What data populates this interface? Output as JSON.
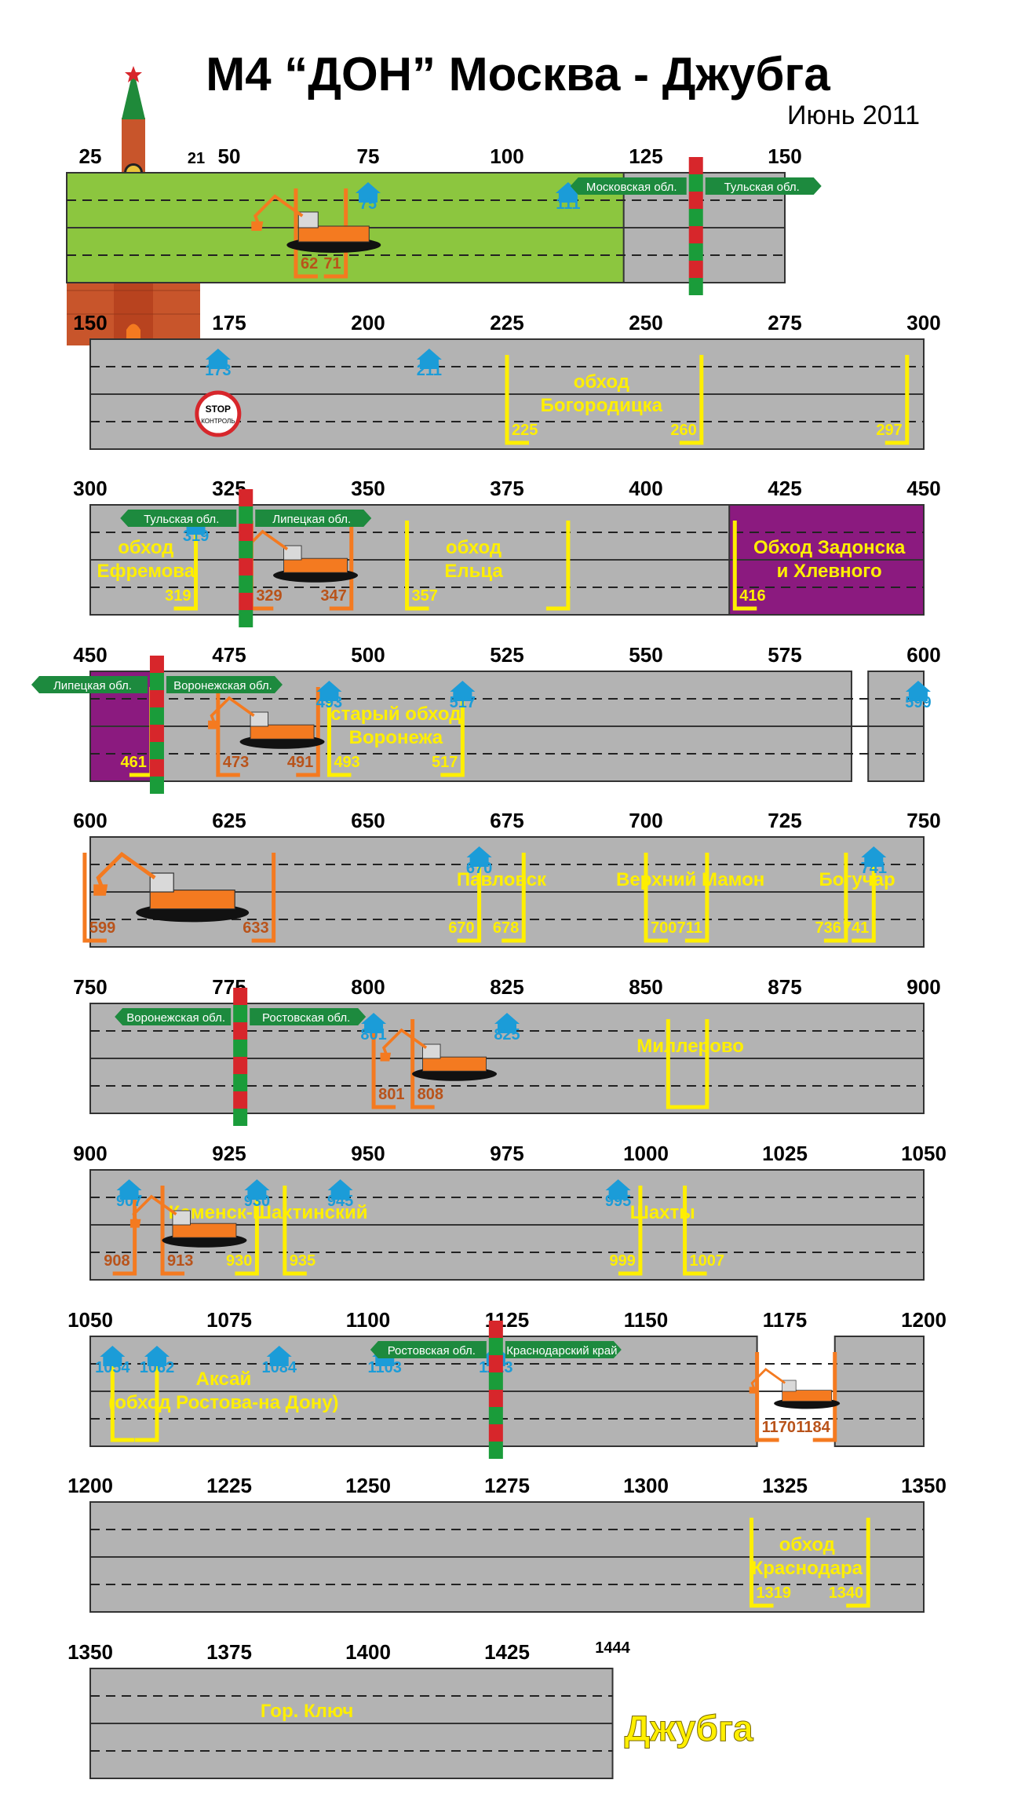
{
  "header": {
    "title": "M4 “ДОН” Москва - Джубга",
    "subtitle": "Июнь 2011",
    "start_km": "21",
    "end_km": "1444",
    "destination": "Джубга",
    "stop_sign_top": "STOP",
    "stop_sign_bottom": "КОНТРОЛЬ"
  },
  "colors": {
    "road": "#b3b3b3",
    "moscow_region": "#8cc63f",
    "voronezh_region": "#8b1a7f",
    "bypass_mark": "#ffef00",
    "construction_mark": "#f47a20",
    "post_icon": "#1b9cd8",
    "border_post_red": "#d7262b",
    "border_post_green": "#1a9c3a",
    "region_label": "#1d8a3e"
  },
  "rows": [
    {
      "row": 1,
      "range": [
        21,
        150
      ],
      "ticks": [
        "25",
        "50",
        "75",
        "100",
        "125",
        "150"
      ],
      "segments": [
        [
          25,
          150
        ]
      ],
      "regions": [
        {
          "from": 25,
          "to": 121,
          "kind": "moscow_region"
        }
      ],
      "borders": [
        {
          "km": 134,
          "left": "Московская обл.",
          "right": "Тульская обл."
        }
      ],
      "posts": [
        {
          "km": 75,
          "label": "75"
        },
        {
          "km": 111,
          "label": "111"
        }
      ],
      "works": [
        {
          "km": 66,
          "scale": 1
        }
      ],
      "brackets": [
        {
          "km": 62,
          "label": "62",
          "kind": "construction_mark",
          "side": "left"
        },
        {
          "km": 71,
          "label": "71",
          "kind": "construction_mark",
          "side": "right"
        }
      ],
      "names": []
    },
    {
      "row": 2,
      "range": [
        150,
        300
      ],
      "ticks": [
        "150",
        "175",
        "200",
        "225",
        "250",
        "275",
        "300"
      ],
      "segments": [
        [
          150,
          300
        ]
      ],
      "regions": [],
      "borders": [],
      "posts": [
        {
          "km": 173,
          "label": "173"
        },
        {
          "km": 211,
          "label": "211"
        }
      ],
      "works": [],
      "brackets": [
        {
          "km": 225,
          "label": "225",
          "kind": "bypass_mark",
          "side": "left"
        },
        {
          "km": 260,
          "label": "260",
          "kind": "bypass_mark",
          "side": "right"
        },
        {
          "km": 297,
          "label": "297",
          "kind": "bypass_mark",
          "side": "right"
        }
      ],
      "names": [
        {
          "km": 242,
          "lines": [
            "обход",
            "Богородицка"
          ],
          "kind": "bypass_mark"
        }
      ]
    },
    {
      "row": 3,
      "range": [
        300,
        450
      ],
      "ticks": [
        "300",
        "325",
        "350",
        "375",
        "400",
        "425",
        "450"
      ],
      "segments": [
        [
          300,
          450
        ]
      ],
      "regions": [
        {
          "from": 415,
          "to": 450,
          "kind": "voronezh_region"
        }
      ],
      "borders": [
        {
          "km": 328,
          "left": "Тульская обл.",
          "right": "Липецкая обл."
        }
      ],
      "posts": [
        {
          "km": 319,
          "label": "319"
        }
      ],
      "works": [
        {
          "km": 338,
          "scale": 0.9
        }
      ],
      "brackets": [
        {
          "km": 319,
          "label": "319",
          "kind": "bypass_mark",
          "side": "right"
        },
        {
          "km": 329,
          "label": "329",
          "kind": "construction_mark",
          "side": "left"
        },
        {
          "km": 347,
          "label": "347",
          "kind": "construction_mark",
          "side": "right"
        },
        {
          "km": 357,
          "label": "357",
          "kind": "bypass_mark",
          "side": "left"
        },
        {
          "km": 386,
          "label": "",
          "kind": "bypass_mark",
          "side": "right"
        },
        {
          "km": 416,
          "label": "416",
          "kind": "bypass_mark",
          "side": "left"
        }
      ],
      "names": [
        {
          "km": 310,
          "lines": [
            "обход",
            "Ефремова"
          ],
          "kind": "bypass_mark"
        },
        {
          "km": 369,
          "lines": [
            "обход",
            "Ельца"
          ],
          "kind": "bypass_mark"
        },
        {
          "km": 433,
          "lines": [
            "Обход Задонска",
            "и Хлевного"
          ],
          "kind": "bypass_mark"
        }
      ]
    },
    {
      "row": 4,
      "range": [
        450,
        600
      ],
      "ticks": [
        "450",
        "475",
        "500",
        "525",
        "550",
        "575",
        "600"
      ],
      "segments": [
        [
          450,
          587
        ],
        [
          590,
          600
        ]
      ],
      "regions": [
        {
          "from": 450,
          "to": 461,
          "kind": "voronezh_region"
        }
      ],
      "borders": [
        {
          "km": 462,
          "left": "Липецкая обл.",
          "right": "Воронежская обл."
        }
      ],
      "posts": [
        {
          "km": 493,
          "label": "493"
        },
        {
          "km": 517,
          "label": "517"
        },
        {
          "km": 599,
          "label": "599"
        }
      ],
      "works": [
        {
          "km": 482,
          "scale": 0.9
        }
      ],
      "brackets": [
        {
          "km": 461,
          "label": "461",
          "kind": "bypass_mark",
          "side": "right"
        },
        {
          "km": 473,
          "label": "473",
          "kind": "construction_mark",
          "side": "left"
        },
        {
          "km": 491,
          "label": "491",
          "kind": "construction_mark",
          "side": "right"
        },
        {
          "km": 493,
          "label": "493",
          "kind": "bypass_mark",
          "side": "left"
        },
        {
          "km": 517,
          "label": "517",
          "kind": "bypass_mark",
          "side": "right"
        }
      ],
      "names": [
        {
          "km": 505,
          "lines": [
            "старый обход",
            "Воронежа"
          ],
          "kind": "bypass_mark"
        }
      ]
    },
    {
      "row": 5,
      "range": [
        600,
        750
      ],
      "ticks": [
        "600",
        "625",
        "650",
        "675",
        "700",
        "725",
        "750"
      ],
      "segments": [
        [
          600,
          750
        ]
      ],
      "regions": [],
      "borders": [],
      "posts": [
        {
          "km": 670,
          "label": "670"
        },
        {
          "km": 741,
          "label": "741"
        }
      ],
      "works": [
        {
          "km": 615,
          "scale": 1.2
        }
      ],
      "brackets": [
        {
          "km": 599,
          "label": "599",
          "kind": "construction_mark",
          "side": "left"
        },
        {
          "km": 633,
          "label": "633",
          "kind": "construction_mark",
          "side": "right"
        },
        {
          "km": 670,
          "label": "670",
          "kind": "bypass_mark",
          "side": "right"
        },
        {
          "km": 678,
          "label": "678",
          "kind": "bypass_mark",
          "side": "right"
        },
        {
          "km": 700,
          "label": "700",
          "kind": "bypass_mark",
          "side": "left"
        },
        {
          "km": 711,
          "label": "711",
          "kind": "bypass_mark",
          "side": "right"
        },
        {
          "km": 736,
          "label": "736",
          "kind": "bypass_mark",
          "side": "right"
        },
        {
          "km": 741,
          "label": "741",
          "kind": "bypass_mark",
          "side": "right"
        }
      ],
      "names": [
        {
          "km": 674,
          "lines": [
            "Павловск"
          ],
          "kind": "bypass_mark"
        },
        {
          "km": 708,
          "lines": [
            "Верхний Мамон"
          ],
          "kind": "bypass_mark"
        },
        {
          "km": 738,
          "lines": [
            "Богучар"
          ],
          "kind": "bypass_mark"
        }
      ]
    },
    {
      "row": 6,
      "range": [
        750,
        900
      ],
      "ticks": [
        "750",
        "775",
        "800",
        "825",
        "850",
        "875",
        "900"
      ],
      "segments": [
        [
          750,
          900
        ]
      ],
      "regions": [],
      "borders": [
        {
          "km": 777,
          "left": "Воронежская обл.",
          "right": "Ростовская обл."
        }
      ],
      "posts": [
        {
          "km": 801,
          "label": "801"
        },
        {
          "km": 825,
          "label": "825"
        }
      ],
      "works": [
        {
          "km": 813,
          "scale": 0.9
        }
      ],
      "brackets": [
        {
          "km": 801,
          "label": "801",
          "kind": "construction_mark",
          "side": "left"
        },
        {
          "km": 808,
          "label": "808",
          "kind": "construction_mark",
          "side": "left"
        },
        {
          "km": 854,
          "label": "",
          "kind": "bypass_mark",
          "side": "left"
        },
        {
          "km": 861,
          "label": "",
          "kind": "bypass_mark",
          "side": "right"
        }
      ],
      "names": [
        {
          "km": 858,
          "lines": [
            "Миллерово"
          ],
          "kind": "bypass_mark"
        }
      ]
    },
    {
      "row": 7,
      "range": [
        900,
        1050
      ],
      "ticks": [
        "900",
        "925",
        "950",
        "975",
        "1000",
        "1025",
        "1050"
      ],
      "segments": [
        [
          900,
          1050
        ]
      ],
      "regions": [],
      "borders": [],
      "posts": [
        {
          "km": 907,
          "label": "907"
        },
        {
          "km": 930,
          "label": "930"
        },
        {
          "km": 945,
          "label": "945"
        },
        {
          "km": 995,
          "label": "995"
        }
      ],
      "works": [
        {
          "km": 918,
          "scale": 0.9
        }
      ],
      "brackets": [
        {
          "km": 908,
          "label": "908",
          "kind": "construction_mark",
          "side": "right"
        },
        {
          "km": 913,
          "label": "913",
          "kind": "construction_mark",
          "side": "left"
        },
        {
          "km": 930,
          "label": "930",
          "kind": "bypass_mark",
          "side": "right"
        },
        {
          "km": 935,
          "label": "935",
          "kind": "bypass_mark",
          "side": "left"
        },
        {
          "km": 999,
          "label": "999",
          "kind": "bypass_mark",
          "side": "right"
        },
        {
          "km": 1007,
          "label": "1007",
          "kind": "bypass_mark",
          "side": "left"
        }
      ],
      "names": [
        {
          "km": 932,
          "lines": [
            "Каменск-Шахтинский"
          ],
          "kind": "bypass_mark"
        },
        {
          "km": 1003,
          "lines": [
            "Шахты"
          ],
          "kind": "bypass_mark"
        }
      ]
    },
    {
      "row": 8,
      "range": [
        1050,
        1200
      ],
      "ticks": [
        "1050",
        "1075",
        "1100",
        "1125",
        "1150",
        "1175",
        "1200"
      ],
      "segments": [
        [
          1050,
          1170
        ],
        [
          1184,
          1200
        ]
      ],
      "regions": [],
      "borders": [
        {
          "km": 1123,
          "left": "Ростовская обл.",
          "right": "Краснодарский край"
        }
      ],
      "posts": [
        {
          "km": 1054,
          "label": "1054"
        },
        {
          "km": 1062,
          "label": "1062"
        },
        {
          "km": 1084,
          "label": "1084"
        },
        {
          "km": 1103,
          "label": "1103"
        },
        {
          "km": 1123,
          "label": "1123"
        }
      ],
      "works": [
        {
          "km": 1177,
          "scale": 0.7
        }
      ],
      "brackets": [
        {
          "km": 1054,
          "label": "",
          "kind": "bypass_mark",
          "side": "left"
        },
        {
          "km": 1062,
          "label": "",
          "kind": "bypass_mark",
          "side": "right"
        },
        {
          "km": 1170,
          "label": "1170",
          "kind": "construction_mark",
          "side": "left"
        },
        {
          "km": 1184,
          "label": "1184",
          "kind": "construction_mark",
          "side": "right"
        }
      ],
      "names": [
        {
          "km": 1074,
          "lines": [
            "Аксай",
            "(обход Ростова-на Дону)"
          ],
          "kind": "bypass_mark"
        }
      ]
    },
    {
      "row": 9,
      "range": [
        1200,
        1350
      ],
      "ticks": [
        "1200",
        "1225",
        "1250",
        "1275",
        "1300",
        "1325",
        "1350"
      ],
      "segments": [
        [
          1200,
          1350
        ]
      ],
      "regions": [],
      "borders": [],
      "posts": [],
      "works": [],
      "brackets": [
        {
          "km": 1319,
          "label": "1319",
          "kind": "bypass_mark",
          "side": "left"
        },
        {
          "km": 1340,
          "label": "1340",
          "kind": "bypass_mark",
          "side": "right"
        }
      ],
      "names": [
        {
          "km": 1329,
          "lines": [
            "обход",
            "Краснодара"
          ],
          "kind": "bypass_mark"
        }
      ]
    },
    {
      "row": 10,
      "range": [
        1350,
        1444
      ],
      "ticks": [
        "1350",
        "1375",
        "1400",
        "1425"
      ],
      "segments": [
        [
          1350,
          1444
        ]
      ],
      "regions": [],
      "borders": [],
      "posts": [],
      "works": [],
      "brackets": [],
      "names": [
        {
          "km": 1389,
          "lines": [
            "Гор. Ключ"
          ],
          "kind": "bypass_mark"
        }
      ]
    }
  ]
}
